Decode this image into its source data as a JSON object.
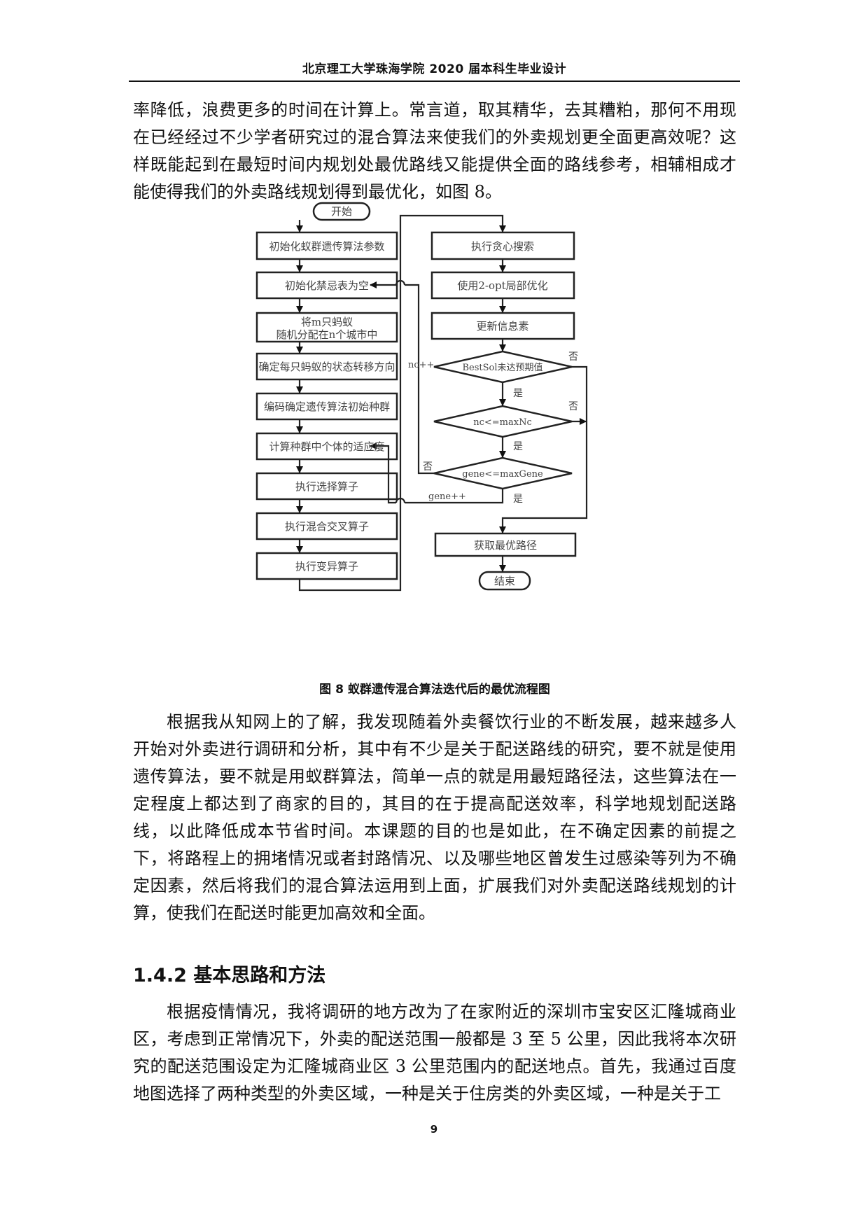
{
  "header": {
    "title": "北京理工大学珠海学院 2020 届本科生毕业设计"
  },
  "paragraphs": {
    "p1": "率降低，浪费更多的时间在计算上。常言道，取其精华，去其糟粕，那何不用现在已经经过不少学者研究过的混合算法来使我们的外卖规划更全面更高效呢？这样既能起到在最短时间内规划处最优路线又能提供全面的路线参考，相辅相成才能使得我们的外卖路线规划得到最优化，如图 8。",
    "p2": "根据我从知网上的了解，我发现随着外卖餐饮行业的不断发展，越来越多人开始对外卖进行调研和分析，其中有不少是关于配送路线的研究，要不就是使用遗传算法，要不就是用蚁群算法，简单一点的就是用最短路径法，这些算法在一定程度上都达到了商家的目的，其目的在于提高配送效率，科学地规划配送路线，以此降低成本节省时间。本课题的目的也是如此，在不确定因素的前提之下，将路程上的拥堵情况或者封路情况、以及哪些地区曾发生过感染等列为不确定因素，然后将我们的混合算法运用到上面，扩展我们对外卖配送路线规划的计算，使我们在配送时能更加高效和全面。",
    "p3": "根据疫情情况，我将调研的地方改为了在家附近的深圳市宝安区汇隆城商业区，考虑到正常情况下，外卖的配送范围一般都是 3 至 5 公里，因此我将本次研究的配送范围设定为汇隆城商业区 3 公里范围内的配送地点。首先，我通过百度地图选择了两种类型的外卖区域，一种是关于住房类的外卖区域，一种是关于工"
  },
  "figure": {
    "caption": "图 8 蚁群遗传混合算法迭代后的最优流程图",
    "left_column": {
      "start": "开始",
      "steps": [
        "初始化蚁群遗传算法参数",
        "初始化禁忌表为空",
        "将m只蚂蚁",
        "随机分配在n个城市中",
        "确定每只蚂蚁的状态转移方向",
        "编码确定遗传算法初始种群",
        "计算种群中个体的适应度",
        "执行选择算子",
        "执行混合交叉算子",
        "执行变异算子"
      ]
    },
    "right_column": {
      "steps": [
        "执行贪心搜索",
        "使用2-opt局部优化",
        "更新信息素"
      ],
      "decisions": [
        "BestSol未达预期值",
        "nc<=maxNc",
        "gene<=maxGene"
      ],
      "result": "获取最优路径",
      "end": "结束"
    },
    "edge_labels": {
      "yes": "是",
      "no": "否",
      "nc_inc": "nc++",
      "gene_inc": "gene++"
    }
  },
  "section": {
    "title": "1.4.2 基本思路和方法"
  },
  "footer": {
    "page_number": "9"
  }
}
